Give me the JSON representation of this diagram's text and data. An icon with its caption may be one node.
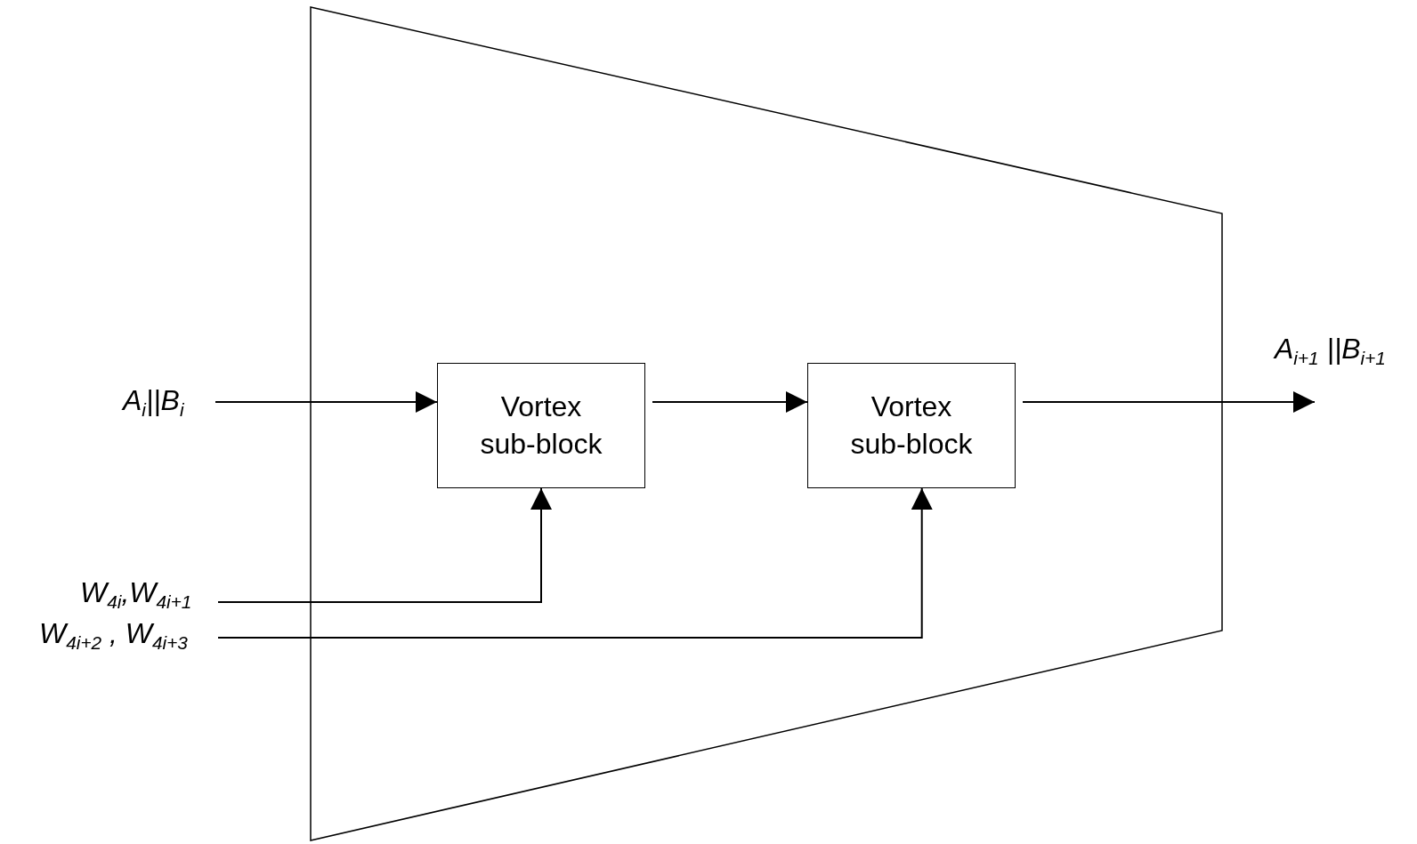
{
  "diagram": {
    "nodes": [
      {
        "text": [],
        "shape": "trapezoid"
      },
      {
        "text": [
          "Vortex sub-block"
        ],
        "in": 0
      },
      {
        "text": [
          "Vortex sub-block"
        ],
        "in": 0
      },
      {
        "text": [
          "A$_{i}$||B$_{i}$"
        ]
      },
      {
        "text": [
          "W$_{4i}$,W$_{4i+1}$"
        ]
      },
      {
        "text": [
          "W$_{4i+2}$ , W$_{4i+3}$"
        ]
      }
    ],
    "edges": [
      {
        "from": 3,
        "to": 1,
        "arrow": "to"
      },
      {
        "from": 1,
        "to": 2,
        "arrow": "to"
      },
      {
        "from": 2,
        "to": null,
        "arrow": "to"
      },
      {
        "from": 4,
        "to": 1,
        "arrow": "to"
      },
      {
        "from": 5,
        "to": 2,
        "arrow": "to"
      }
    ],
    "labels": [
      "A$_{i+1}$ ||B$_{i+1}$"
    ]
  }
}
